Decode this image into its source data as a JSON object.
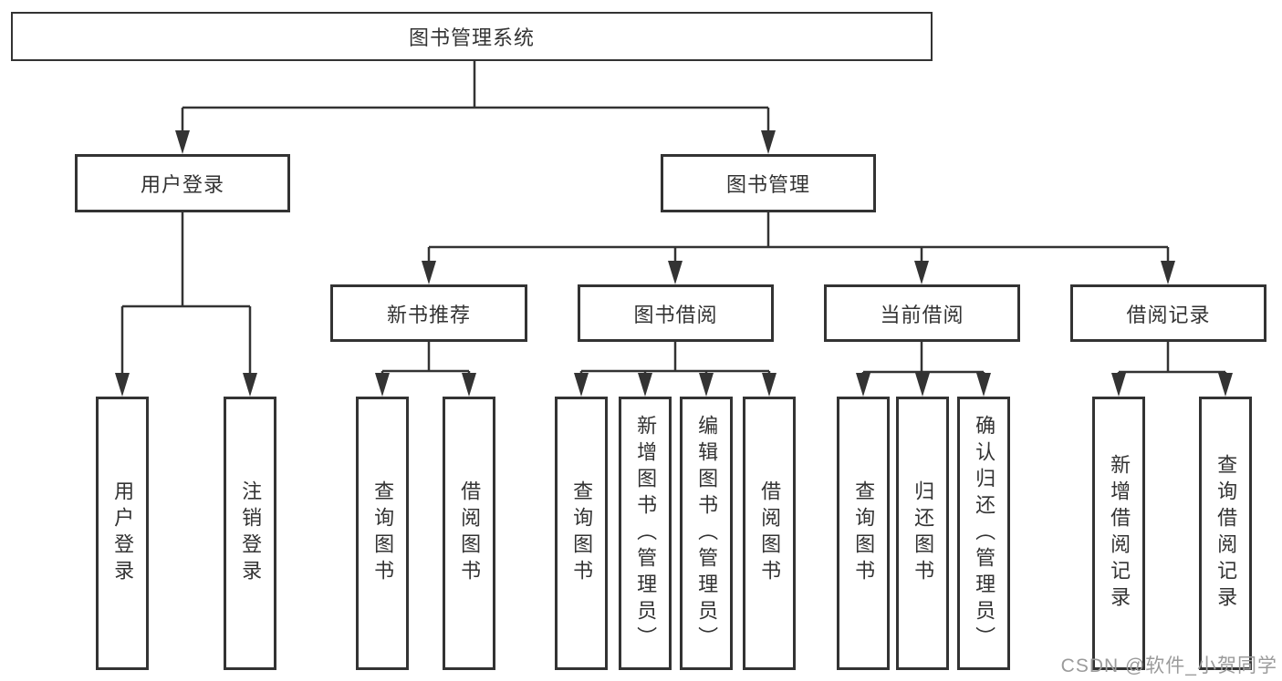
{
  "tree": {
    "label": "图书管理系统",
    "children": [
      {
        "label": "用户登录",
        "children": [
          {
            "label": "用户登录"
          },
          {
            "label": "注销登录"
          }
        ]
      },
      {
        "label": "图书管理",
        "children": [
          {
            "label": "新书推荐",
            "children": [
              {
                "label": "查询图书"
              },
              {
                "label": "借阅图书"
              }
            ]
          },
          {
            "label": "图书借阅",
            "children": [
              {
                "label": "查询图书"
              },
              {
                "label": "新增图书（管理员）"
              },
              {
                "label": "编辑图书（管理员）"
              },
              {
                "label": "借阅图书"
              }
            ]
          },
          {
            "label": "当前借阅",
            "children": [
              {
                "label": "查询图书"
              },
              {
                "label": "归还图书"
              },
              {
                "label": "确认归还（管理员）"
              }
            ]
          },
          {
            "label": "借阅记录",
            "children": [
              {
                "label": "新增借阅记录"
              },
              {
                "label": "查询借阅记录"
              }
            ]
          }
        ]
      }
    ]
  },
  "watermark": {
    "text": "CSDN @软件_小贺同学"
  },
  "colors": {
    "line": "#333333",
    "text": "#333333",
    "box_fill": "#ffffff",
    "background": "#ffffff",
    "watermark": "#9b9b9b"
  }
}
